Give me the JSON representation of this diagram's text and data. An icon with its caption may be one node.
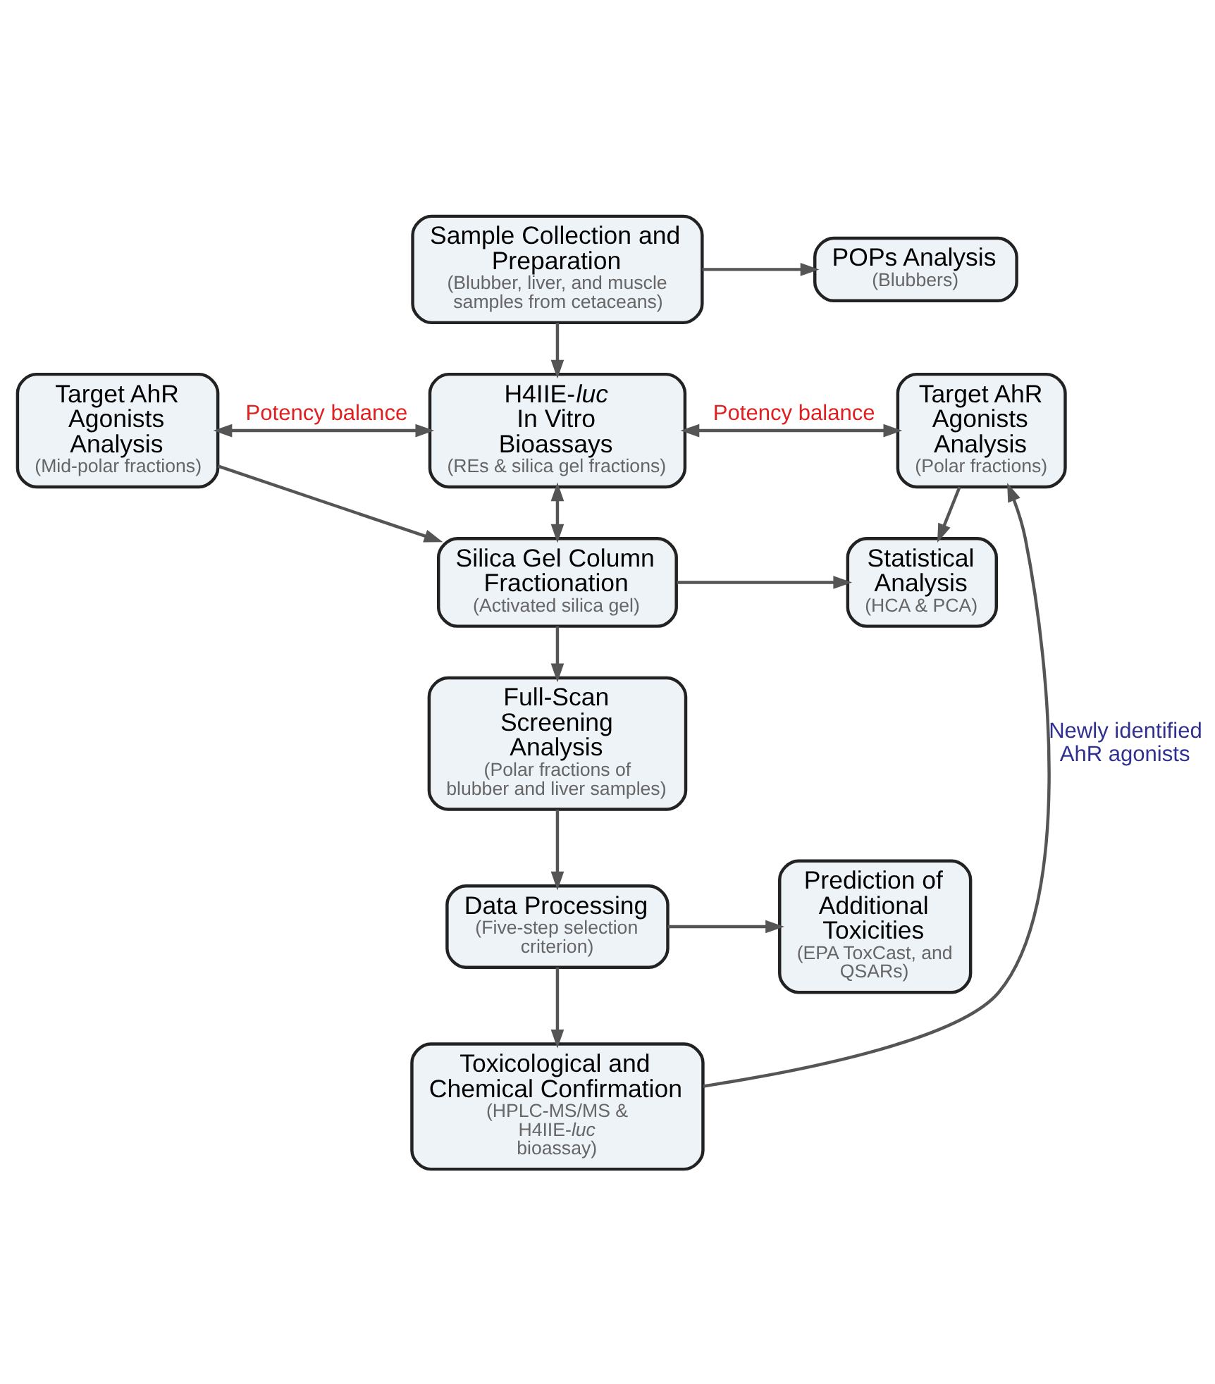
{
  "diagram": {
    "nodes": [
      {
        "text": [
          "Sample Collection and Preparation",
          "(Blubber, liver, and muscle samples from cetaceans)"
        ]
      },
      {
        "text": [
          "POPs Analysis",
          "(Blubbers)"
        ]
      },
      {
        "text": [
          "Target AhR Agonists Analysis",
          "(Mid-polar fractions)"
        ]
      },
      {
        "text": [
          "H4IIE-*luc* In Vitro Bioassays",
          "(REs & silica gel fractions)"
        ]
      },
      {
        "text": [
          "Target AhR Agonists Analysis",
          "(Polar fractions)"
        ]
      },
      {
        "text": [
          "Silica Gel Column Fractionation",
          "(Activated silica gel)"
        ]
      },
      {
        "text": [
          "Statistical Analysis",
          "(HCA & PCA)"
        ]
      },
      {
        "text": [
          "Full-Scan Screening Analysis",
          "(Polar fractions of blubber and liver samples)"
        ]
      },
      {
        "text": [
          "Prediction of Additional Toxicities",
          "(EPA ToxCast, and QSARs)"
        ]
      },
      {
        "text": [
          "Data Processing",
          "(Five-step selection criterion)"
        ]
      },
      {
        "text": [
          "Toxicological and Chemical Confirmation",
          "(HPLC-MS/MS & H4IIE-*luc* bioassay)"
        ]
      }
    ],
    "edges": [
      {
        "from": 0,
        "to": 1,
        "arrow": "to"
      },
      {
        "from": 0,
        "to": 3,
        "arrow": "to"
      },
      {
        "from": 3,
        "to": 2,
        "arrow": "both",
        "label": "Potency balance"
      },
      {
        "from": 3,
        "to": 4,
        "arrow": "both",
        "label": "Potency balance"
      },
      {
        "from": 3,
        "to": 5,
        "arrow": "both"
      },
      {
        "from": 2,
        "to": 5,
        "arrow": "to"
      },
      {
        "from": 5,
        "to": 6,
        "arrow": "to"
      },
      {
        "from": 4,
        "to": 6,
        "arrow": "to"
      },
      {
        "from": 5,
        "to": 7,
        "arrow": "to"
      },
      {
        "from": 7,
        "to": 9,
        "arrow": "to"
      },
      {
        "from": 9,
        "to": 8,
        "arrow": "to"
      },
      {
        "from": 9,
        "to": 10,
        "arrow": "to"
      },
      {
        "from": 10,
        "to": 4,
        "arrow": "to",
        "label": "Newly identified AhR agonists"
      }
    ]
  }
}
